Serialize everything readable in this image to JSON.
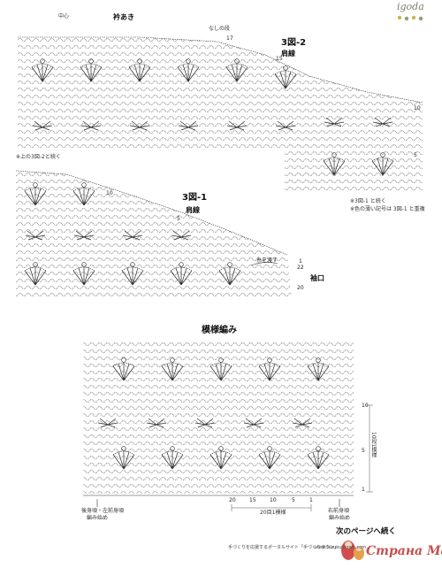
{
  "brand": "igoda",
  "top_chart": {
    "center": "中心",
    "neckline": "衿あき",
    "no_increase": "なしの段",
    "row_17": "17",
    "row_15": "15",
    "row_10": "10",
    "row_5": "5",
    "title": "3図-2",
    "shoulder": "肩線",
    "continue_note": "※3図-1 と続く",
    "overlap_note": "※色の薄い記号は 3図-1 と重複"
  },
  "mid_chart": {
    "continue_note": "※上の3図-2と続く",
    "row_10": "10",
    "row_5": "5",
    "title": "3図-1",
    "shoulder": "肩線",
    "thread_note": "糸を渡す",
    "row_1": "1",
    "row_22": "22",
    "row_20": "20",
    "cuff": "袖口"
  },
  "pattern_chart": {
    "title": "模様編み",
    "row_10": "10",
    "row_5": "5",
    "row_1": "1",
    "rows_label": "10段1模様",
    "st_20": "20",
    "st_15": "15",
    "st_10": "10",
    "st_5": "5",
    "st_1": "1",
    "repeat_label": "20目1模様",
    "back_start": "後身頃・左前身頃",
    "start_word_left": "編み始め",
    "right_start": "右前身頃",
    "start_word_right": "編み始め"
  },
  "footer": {
    "next_page": "次のページへ続く",
    "portal": "手づくりを応援するポータルサイト「手づくりタウン」",
    "url": "www.tezukuritown.com"
  },
  "watermark": "Страна Мам"
}
